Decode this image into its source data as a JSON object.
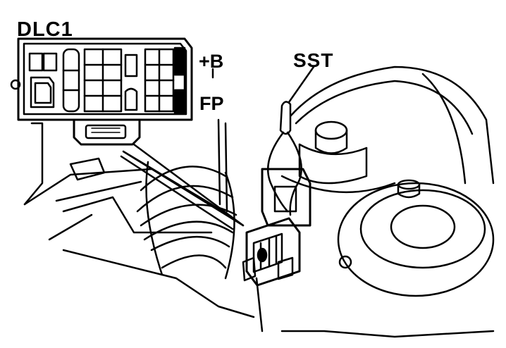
{
  "labels": {
    "connector": "DLC1",
    "terminal_positive": "+B",
    "terminal_fuel_pump": "FP",
    "special_tool": "SST"
  },
  "colors": {
    "ink": "#000000",
    "paper": "#ffffff"
  }
}
